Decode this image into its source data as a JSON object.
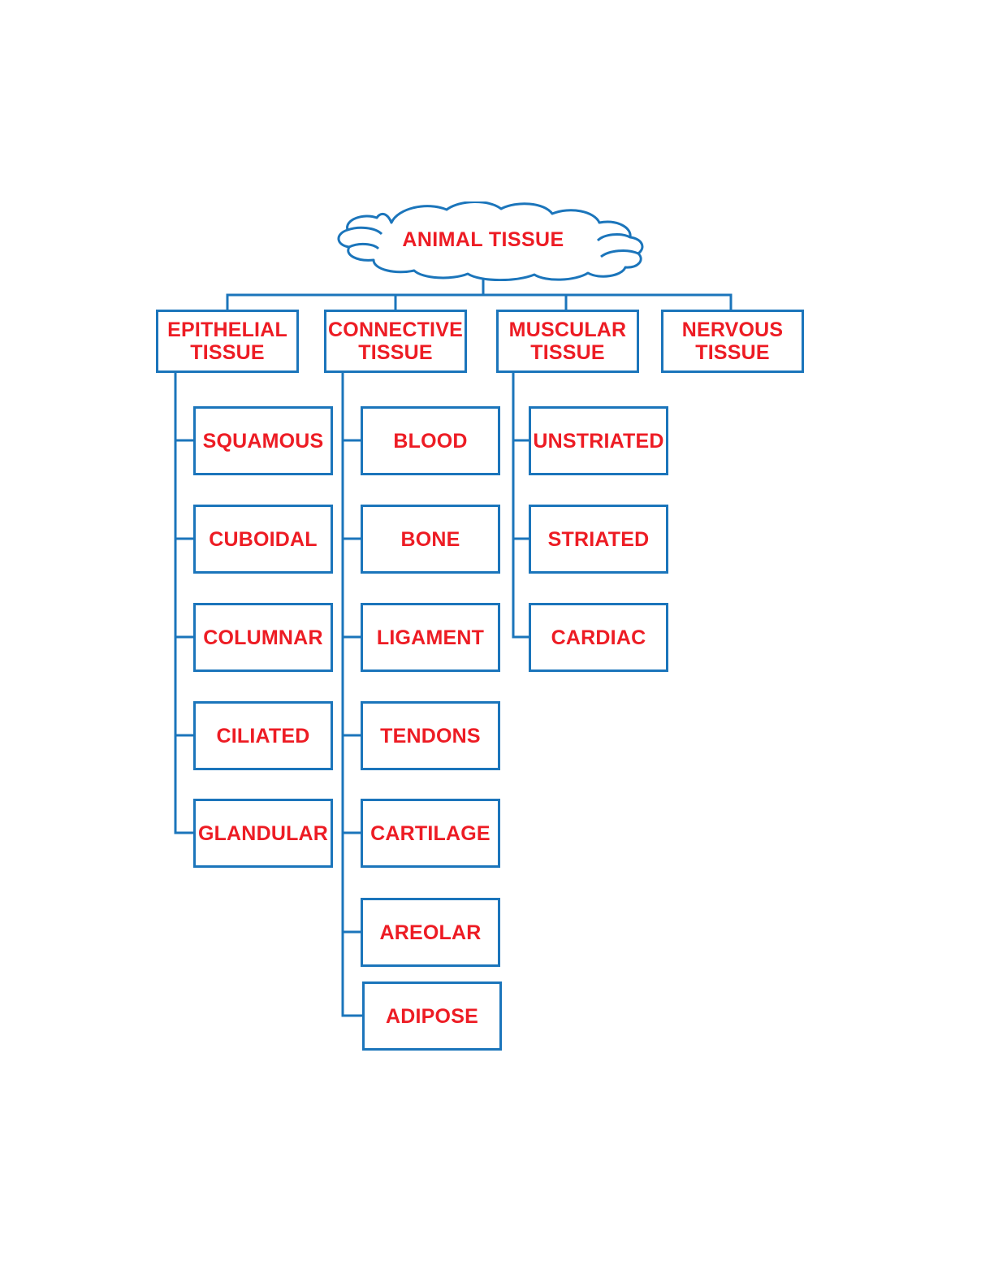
{
  "diagram": {
    "type": "hierarchy-flowchart",
    "root": {
      "label": "ANIMAL TISSUE",
      "shape": "cloud"
    },
    "colors": {
      "line": "#1b75bb",
      "text": "#ed1c24",
      "background": "#ffffff"
    },
    "branches": [
      {
        "label": "EPITHELIAL\nTISSUE",
        "line1": "EPITHELIAL",
        "line2": "TISSUE",
        "children": [
          {
            "label": "SQUAMOUS"
          },
          {
            "label": "CUBOIDAL"
          },
          {
            "label": "COLUMNAR"
          },
          {
            "label": "CILIATED"
          },
          {
            "label": "GLANDULAR"
          }
        ]
      },
      {
        "label": "CONNECTIVE\nTISSUE",
        "line1": "CONNECTIVE",
        "line2": "TISSUE",
        "children": [
          {
            "label": "BLOOD"
          },
          {
            "label": "BONE"
          },
          {
            "label": "LIGAMENT"
          },
          {
            "label": "TENDONS"
          },
          {
            "label": "CARTILAGE"
          },
          {
            "label": "AREOLAR"
          },
          {
            "label": "ADIPOSE"
          }
        ]
      },
      {
        "label": "MUSCULAR\nTISSUE",
        "line1": "MUSCULAR",
        "line2": "TISSUE",
        "children": [
          {
            "label": "UNSTRIATED"
          },
          {
            "label": "STRIATED"
          },
          {
            "label": "CARDIAC"
          }
        ]
      },
      {
        "label": "NERVOUS\nTISSUE",
        "line1": "NERVOUS",
        "line2": "TISSUE",
        "children": []
      }
    ]
  }
}
